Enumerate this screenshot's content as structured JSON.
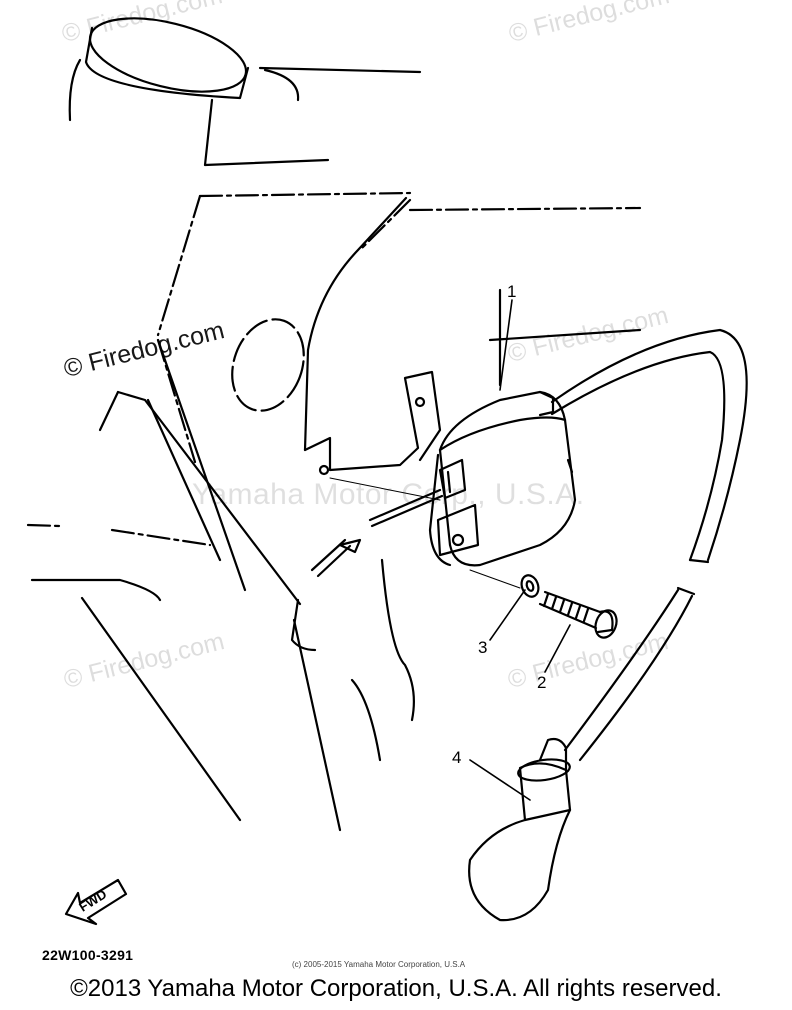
{
  "watermarks": {
    "firedog": "© Firedog.com",
    "yamaha_center": "Yamaha Motor Corp., U.S.A."
  },
  "callouts": {
    "part1": "1",
    "part2": "2",
    "part3": "3",
    "part4": "4"
  },
  "fwd_label": "FWD",
  "part_number": "22W100-3291",
  "small_copyright": "(c) 2005-2015 Yamaha Motor Corporation, U.S.A",
  "footer_copyright": "©2013 Yamaha Motor Corporation, U.S.A. All rights reserved."
}
